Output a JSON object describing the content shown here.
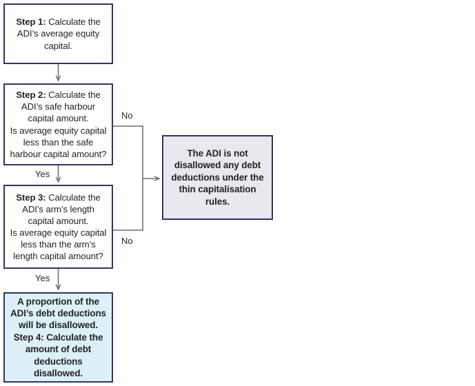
{
  "diagram": {
    "title": "ADI thin capitalisation decision flowchart",
    "colors": {
      "border": "#2e3560",
      "terminal_fill": "#e8e8ee",
      "result_fill": "#dcf0f7",
      "plain_fill": "#ffffff",
      "wire": "#6d6e71",
      "text": "#231f20"
    },
    "nodes": {
      "step1": {
        "id": "step1",
        "lead": "Step 1:",
        "rest": " Calculate the ADI’s average equity capital.",
        "text": "Step 1: Calculate the ADI’s average equity capital."
      },
      "step2": {
        "id": "step2",
        "lead": "Step 2:",
        "rest": " Calculate the ADI’s safe harbour capital amount.\nIs average equity capital less than the safe harbour capital amount?",
        "text": "Step 2: Calculate the ADI’s safe harbour capital amount.\nIs average equity capital less than the safe harbour capital amount?"
      },
      "step3": {
        "id": "step3",
        "lead": "Step 3:",
        "rest": " Calculate the ADI’s arm’s length capital amount.\nIs average equity capital less than the arm’s length capital amount?",
        "text": "Step 3: Calculate the ADI’s arm’s length capital amount.\nIs average equity capital less than the arm’s length capital amount?"
      },
      "not_disallowed": {
        "id": "not-disallowed",
        "text": "The ADI is not disallowed any debt deductions under the thin capitalisation rules."
      },
      "disallowed": {
        "id": "disallowed",
        "text": "A proportion of the ADI’s debt deductions will be disallowed. Step 4: Calculate the amount of debt deductions disallowed."
      }
    },
    "edges": {
      "step1_to_step2": {
        "label": ""
      },
      "step2_no": {
        "label": "No"
      },
      "step2_yes": {
        "label": "Yes"
      },
      "step3_no": {
        "label": "No"
      },
      "step3_yes": {
        "label": "Yes"
      }
    }
  }
}
